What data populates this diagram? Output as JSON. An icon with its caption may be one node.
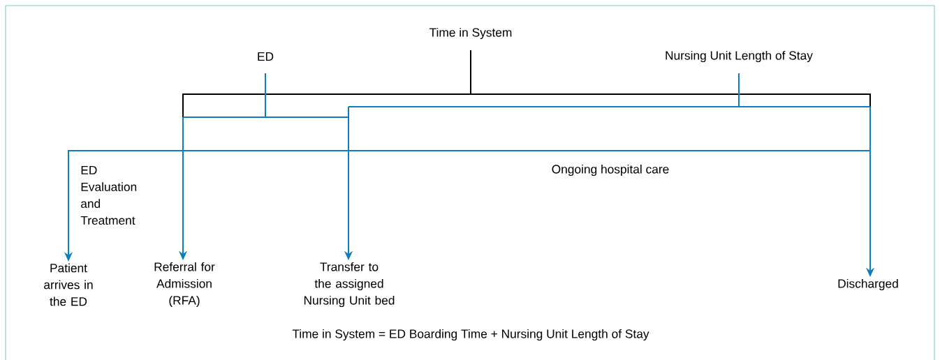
{
  "diagram": {
    "caption": "Time in System = ED Boarding Time + Nursing Unit Length of Stay",
    "nodes": [
      {
        "text": [],
        "shape": "bar",
        "beside": [
          "ED"
        ]
      },
      {
        "text": [],
        "shape": "bar",
        "beside": [
          "Nursing Unit Length of Stay"
        ]
      },
      {
        "text": [
          "Patient arrives in the ED"
        ]
      },
      {
        "text": [
          "Referral for Admission (RFA)"
        ]
      },
      {
        "text": [
          "Transfer to the assigned Nursing Unit bed"
        ]
      },
      {
        "text": [
          "Discharged"
        ]
      }
    ],
    "edges": [
      {
        "from": null,
        "to": 2,
        "arrow": "to"
      },
      {
        "from": 0,
        "to": 3,
        "arrow": "to"
      },
      {
        "from": 1,
        "to": 4,
        "arrow": "to"
      },
      {
        "from": 1,
        "to": 5,
        "arrow": "to"
      }
    ],
    "labels": [
      "Time in System",
      "ED Evaluation and Treatment",
      "Ongoing hospital care"
    ]
  }
}
